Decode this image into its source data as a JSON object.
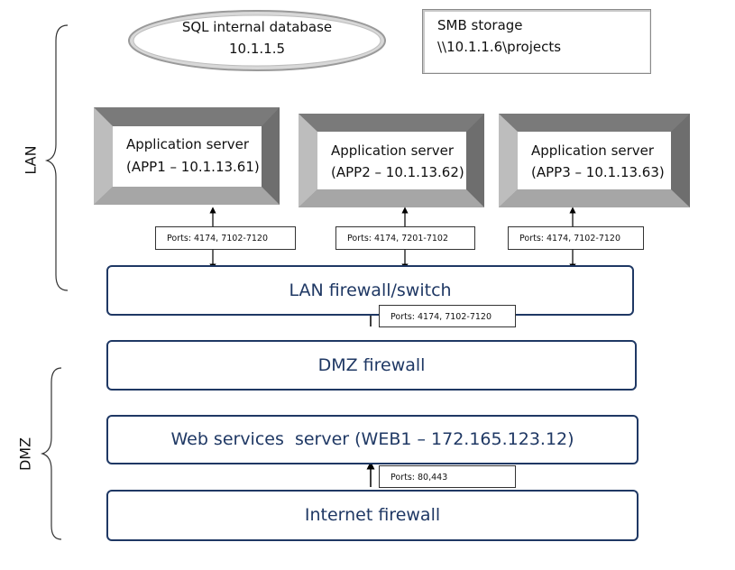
{
  "database": {
    "name": "SQL internal database",
    "ip": "10.1.1.5"
  },
  "storage": {
    "name": "SMB storage",
    "path": "\\\\10.1.1.6\\projects"
  },
  "app_servers": [
    {
      "title": "Application server",
      "detail": "(APP1 – 10.1.13.61)",
      "ports": "Ports: 4174, 7102-7120"
    },
    {
      "title": "Application server",
      "detail": "(APP2 – 10.1.13.62)",
      "ports": "Ports: 4174, 7201-7102"
    },
    {
      "title": "Application server",
      "detail": "(APP3 – 10.1.13.63)",
      "ports": "Ports: 4174, 7102-7120"
    }
  ],
  "lan_firewall": {
    "label": "LAN firewall/switch",
    "ports": "Ports: 4174, 7102-7120"
  },
  "dmz_firewall": {
    "label": "DMZ firewall"
  },
  "web_server": {
    "label": "Web services  server (WEB1 – 172.165.123.12)",
    "ports": "Ports: 80,443"
  },
  "internet_firewall": {
    "label": "Internet firewall"
  },
  "zones": {
    "lan": "LAN",
    "dmz": "DMZ"
  },
  "colors": {
    "block_border": "#1f3864",
    "block_text": "#1f3864",
    "server_face": "#8c8c8c",
    "server_dark": "#6e6e6e",
    "server_light": "#c4c4c4",
    "ellipse_stroke": "#8a8a8a"
  }
}
